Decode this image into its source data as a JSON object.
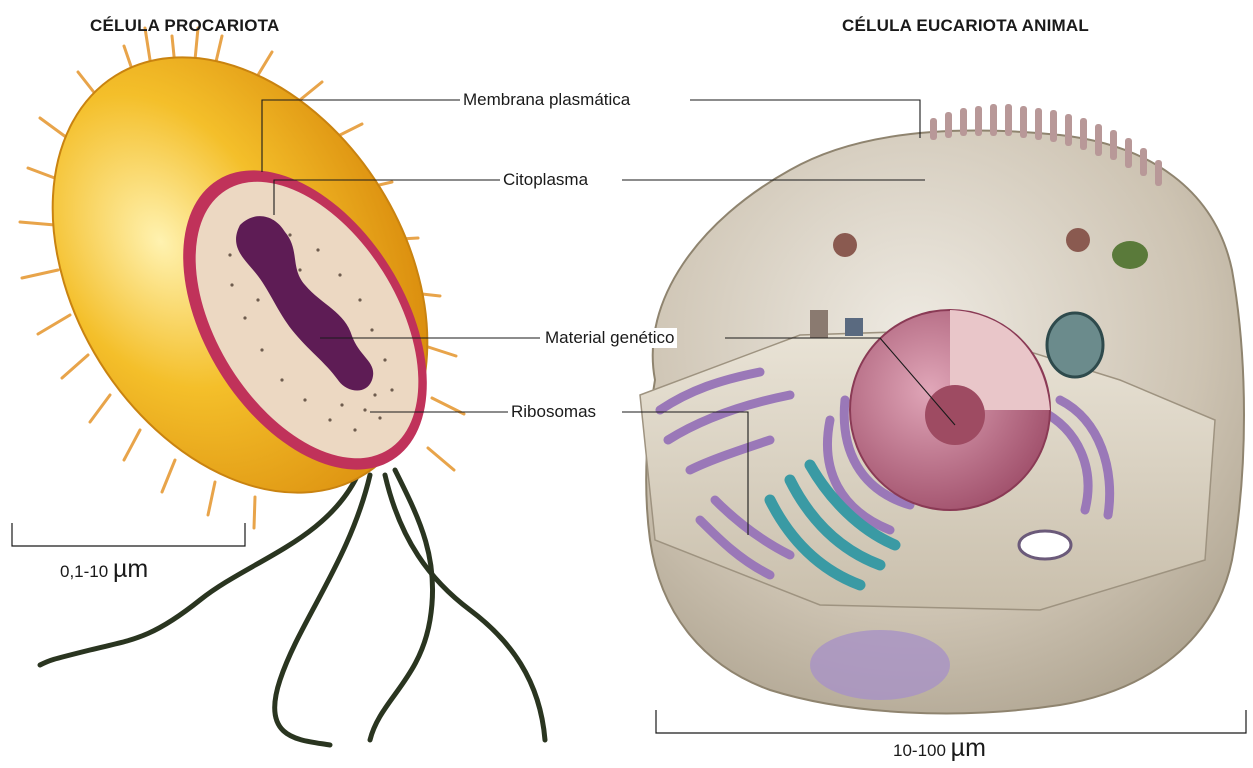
{
  "titles": {
    "prokaryote": "CÉLULA PROCARIOTA",
    "eukaryote": "CÉLULA EUCARIOTA ANIMAL"
  },
  "labels": {
    "plasma_membrane": "Membrana plasmática",
    "cytoplasm": "Citoplasma",
    "genetic_material": "Material genético",
    "ribosomes": "Ribosomas"
  },
  "scales": {
    "prokaryote": {
      "range": "0,1-10",
      "unit": "µm"
    },
    "eukaryote": {
      "range": "10-100",
      "unit": "µm"
    }
  },
  "colors": {
    "capsule": "#f2b21c",
    "membrane_red": "#c0325a",
    "cytoplasm_beige": "#ecd8c2",
    "nucleoid_purple": "#5e1c55",
    "flagella": "#2a3520",
    "euk_body": "#cfc6b7",
    "nucleus": "#b8647e",
    "er_purple": "#9a78b8",
    "golgi_teal": "#3a9aa4",
    "line": "#1a1a1a"
  }
}
